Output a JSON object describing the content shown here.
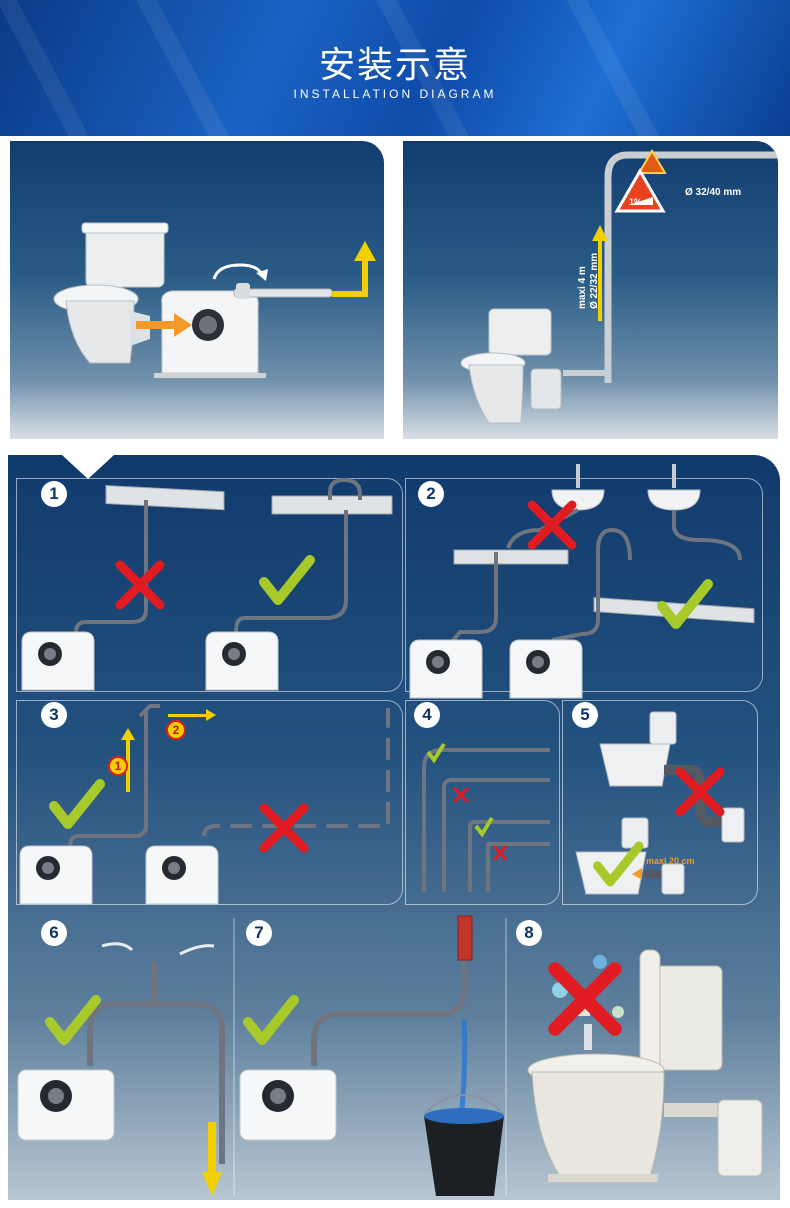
{
  "header": {
    "title": "安装示意",
    "subtitle": "INSTALLATION DIAGRAM"
  },
  "top_right": {
    "slope_label": "1%",
    "pipe_outer": "Ø 32/40 mm",
    "height_label": "maxi 4 m",
    "pipe_inner": "Ø 22/32 mm"
  },
  "steps": [
    "1",
    "2",
    "3",
    "4",
    "5",
    "6",
    "7",
    "8"
  ],
  "step3": {
    "marker1": "1",
    "marker2": "2"
  },
  "step5": {
    "distance_label": "maxi 20 cm"
  },
  "colors": {
    "header_blue": "#1b63c4",
    "panel_navy": "#113d6f",
    "check_green": "#a8c92a",
    "cross_red": "#e01b22",
    "arrow_yellow": "#f2d000",
    "arrow_orange": "#f39a2a",
    "pipe_grey": "#6e7480"
  },
  "icons": [
    "check-icon",
    "cross-icon",
    "rotate-arrow-icon",
    "up-arrow-icon",
    "down-arrow-icon",
    "warning-icon",
    "toilet-icon",
    "pump-unit-icon",
    "sink-icon",
    "bucket-icon"
  ]
}
